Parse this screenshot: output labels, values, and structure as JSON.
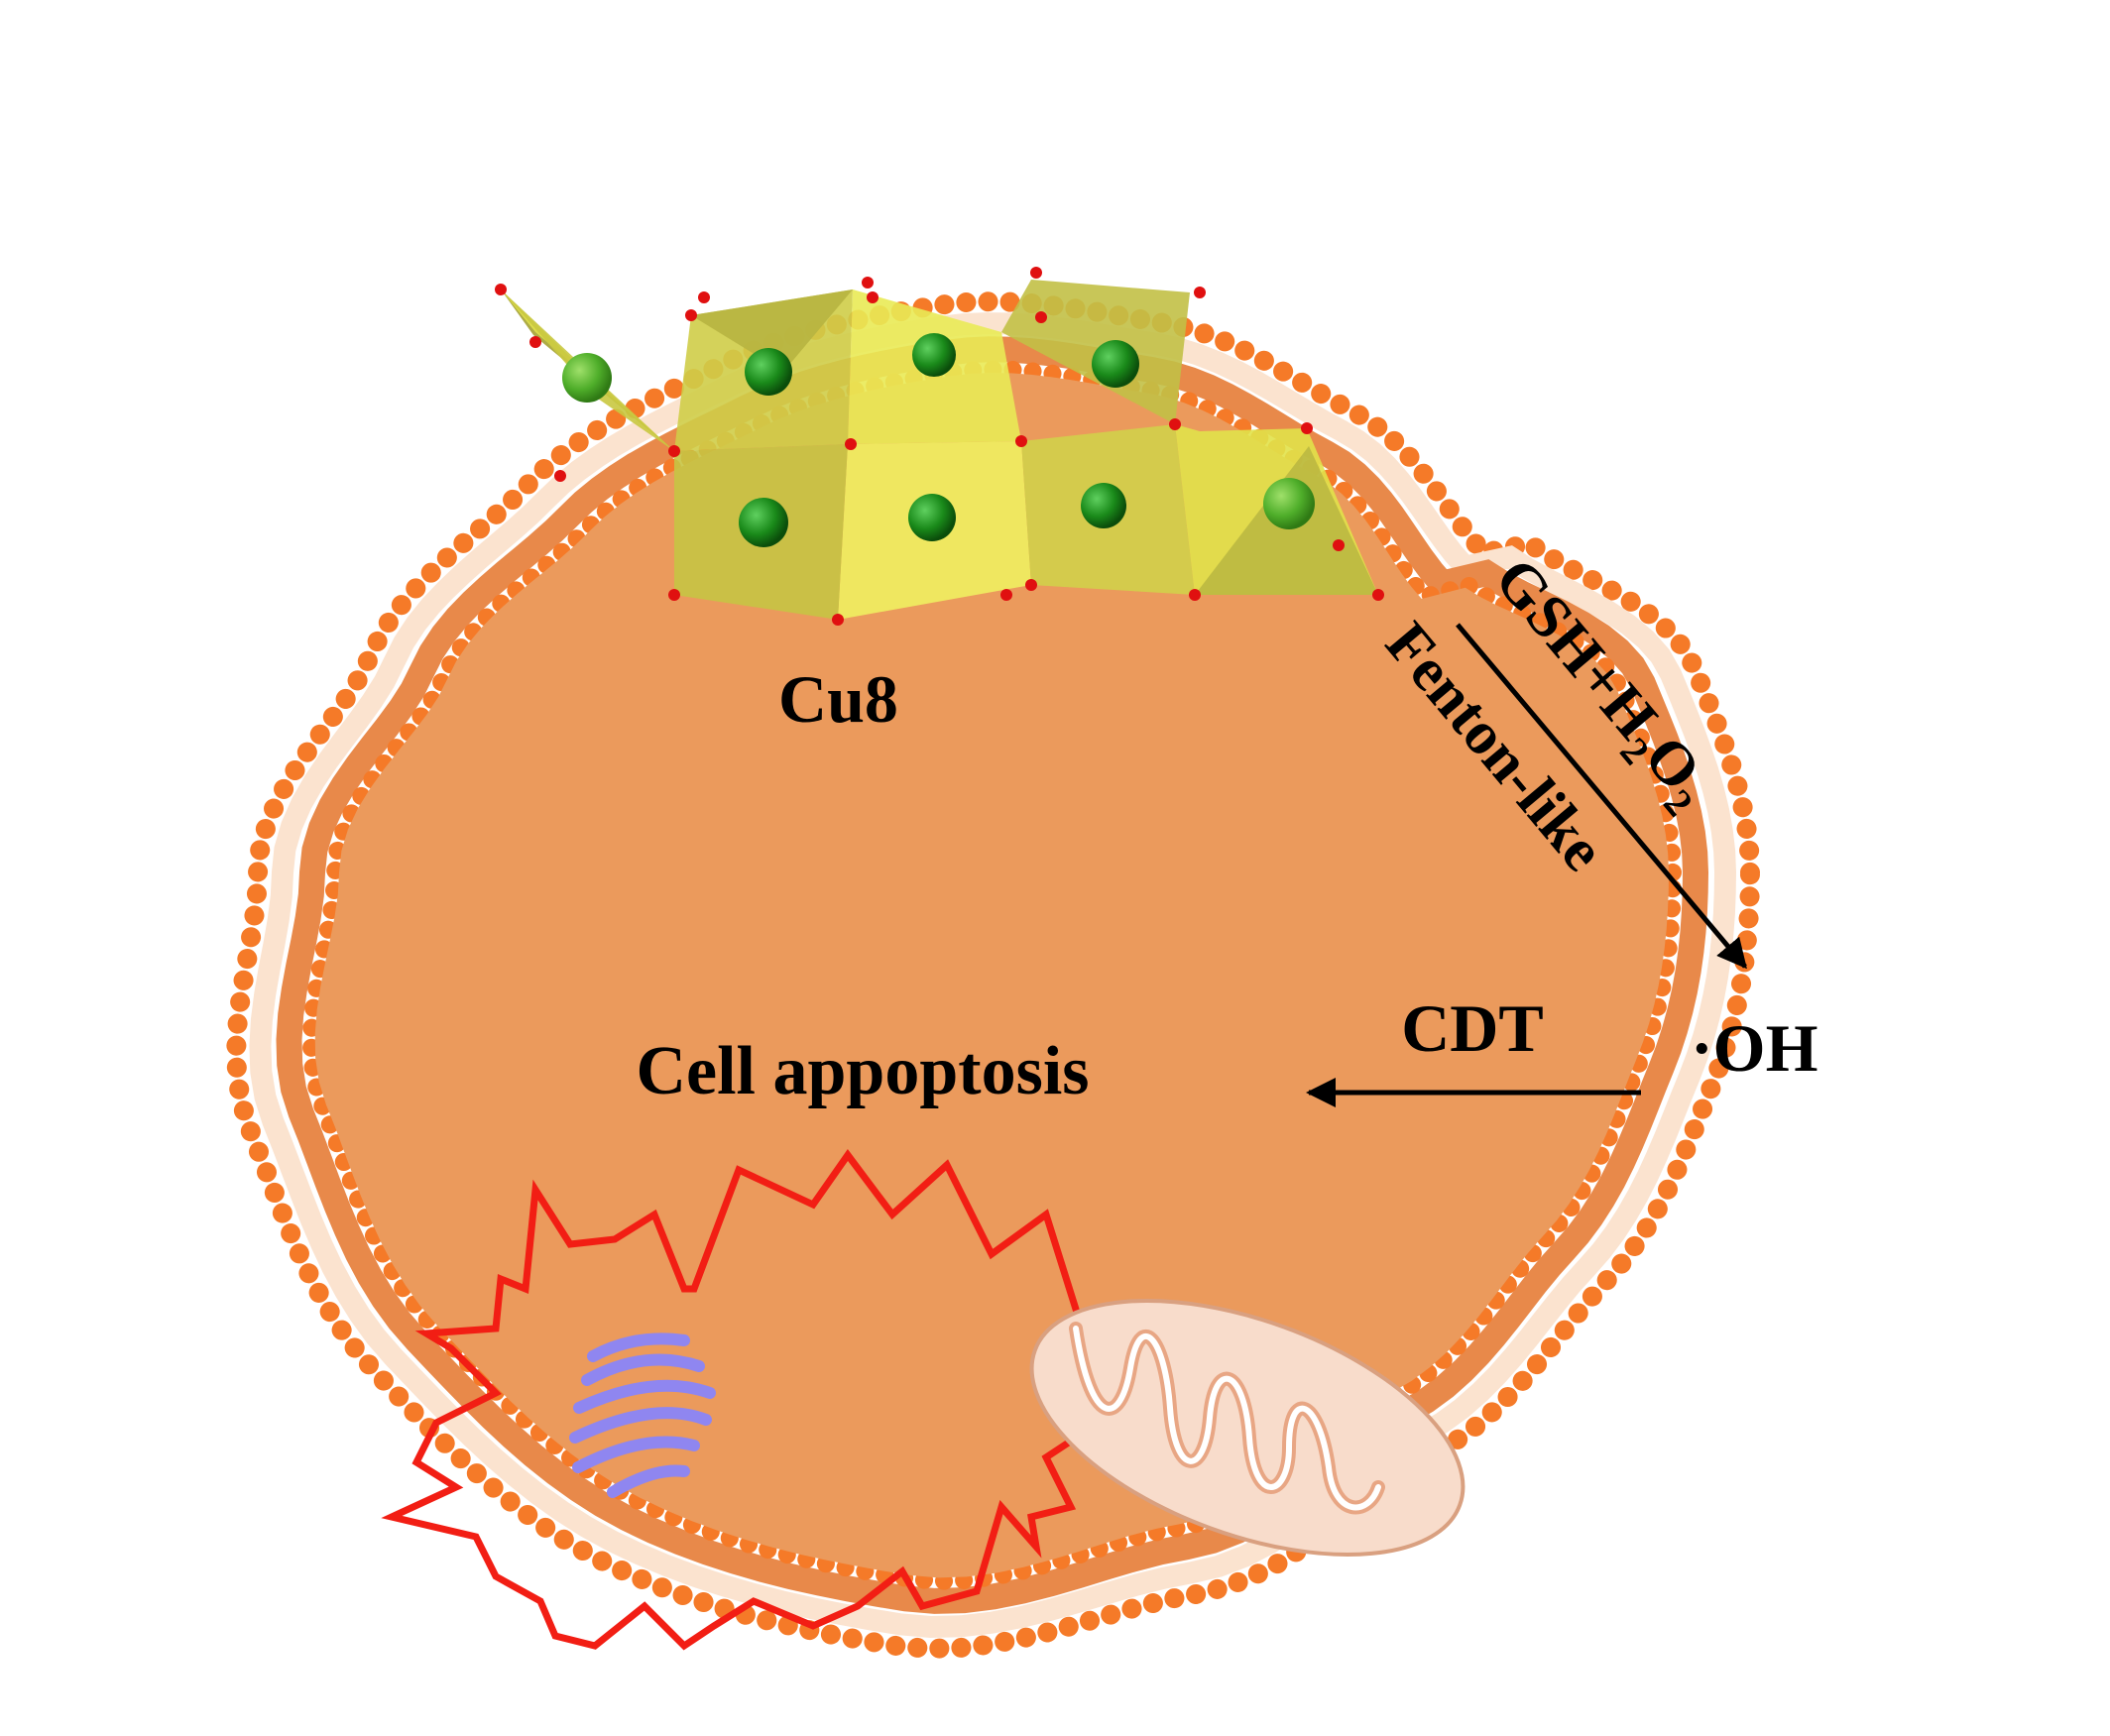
{
  "colors": {
    "background": "#ffffff",
    "cytoplasm": "#eb9a5c",
    "membrane_bead": "#f57a28",
    "membrane_band": "#e8894a",
    "membrane_tail": "#fbe3cf",
    "polyhedron_fill": "#e1e24a",
    "polyhedron_shade": "#aaa83c",
    "copper_atom": "#1a8a1a",
    "oxygen_atom": "#e01010",
    "burst_outline": "#f21e14",
    "golgi": "#8f86f0",
    "mitochondrion": "#f8dccb",
    "text": "#000000"
  },
  "labels": {
    "cu8": "Cu8",
    "reaction_top": "GSH+H",
    "reaction_top_sub1": "2",
    "reaction_top_o": "O",
    "reaction_top_sub2": "2",
    "reaction_bottom": "Fenton-like",
    "hydroxyl": "·OH",
    "cdt": "CDT",
    "outcome": "Cell appoptosis"
  },
  "icons": {
    "cluster": "cu8-cluster-icon",
    "burst": "explosion-burst-icon",
    "golgi": "golgi-apparatus-icon",
    "mitochondrion": "mitochondrion-icon"
  }
}
